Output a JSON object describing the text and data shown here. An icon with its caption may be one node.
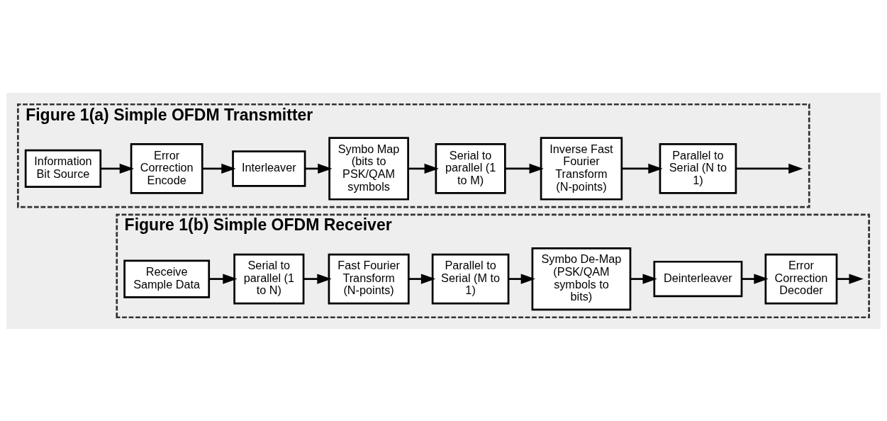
{
  "diagram": {
    "nodes": [
      {
        "text": [
          "Figure 1(a) Simple OFDM Transmitter"
        ]
      },
      {
        "text": [
          "Information Bit Source"
        ],
        "in": 0
      },
      {
        "text": [
          "Error Correction Encode"
        ],
        "in": 0
      },
      {
        "text": [
          "Interleaver"
        ],
        "in": 0
      },
      {
        "text": [
          "Symbo Map (bits to PSK/QAM symbols"
        ],
        "in": 0
      },
      {
        "text": [
          "Serial to parallel (1 to M)"
        ],
        "in": 0
      },
      {
        "text": [
          "Inverse Fast Fourier Transform (N-points)"
        ],
        "in": 0
      },
      {
        "text": [
          "Parallel to Serial (N to 1)"
        ],
        "in": 0
      },
      {
        "text": [
          "Figure 1(b) Simple OFDM Receiver"
        ]
      },
      {
        "text": [
          "Receive Sample Data"
        ],
        "in": 8
      },
      {
        "text": [
          "Serial to parallel (1 to N)"
        ],
        "in": 8
      },
      {
        "text": [
          "Fast Fourier Transform (N-points)"
        ],
        "in": 8
      },
      {
        "text": [
          "Parallel to Serial (M to 1)"
        ],
        "in": 8
      },
      {
        "text": [
          "Symbo De-Map (PSK/QAM symbols to bits)"
        ],
        "in": 8
      },
      {
        "text": [
          "Deinterleaver"
        ],
        "in": 8
      },
      {
        "text": [
          "Error Correction Decoder"
        ],
        "in": 8
      }
    ],
    "edges": [
      {
        "from": 1,
        "to": 2,
        "arrow": "to"
      },
      {
        "from": 2,
        "to": 3,
        "arrow": "to"
      },
      {
        "from": 3,
        "to": 4,
        "arrow": "to"
      },
      {
        "from": 4,
        "to": 5,
        "arrow": "to"
      },
      {
        "from": 5,
        "to": 6,
        "arrow": "to"
      },
      {
        "from": 6,
        "to": 7,
        "arrow": "to"
      },
      {
        "from": 7,
        "to": null,
        "arrow": "to"
      },
      {
        "from": 9,
        "to": 10,
        "arrow": "to"
      },
      {
        "from": 10,
        "to": 11,
        "arrow": "to"
      },
      {
        "from": 11,
        "to": 12,
        "arrow": "to"
      },
      {
        "from": 12,
        "to": 13,
        "arrow": "to"
      },
      {
        "from": 13,
        "to": 14,
        "arrow": "to"
      },
      {
        "from": 14,
        "to": 15,
        "arrow": "to"
      },
      {
        "from": 15,
        "to": null,
        "arrow": "to"
      }
    ]
  }
}
